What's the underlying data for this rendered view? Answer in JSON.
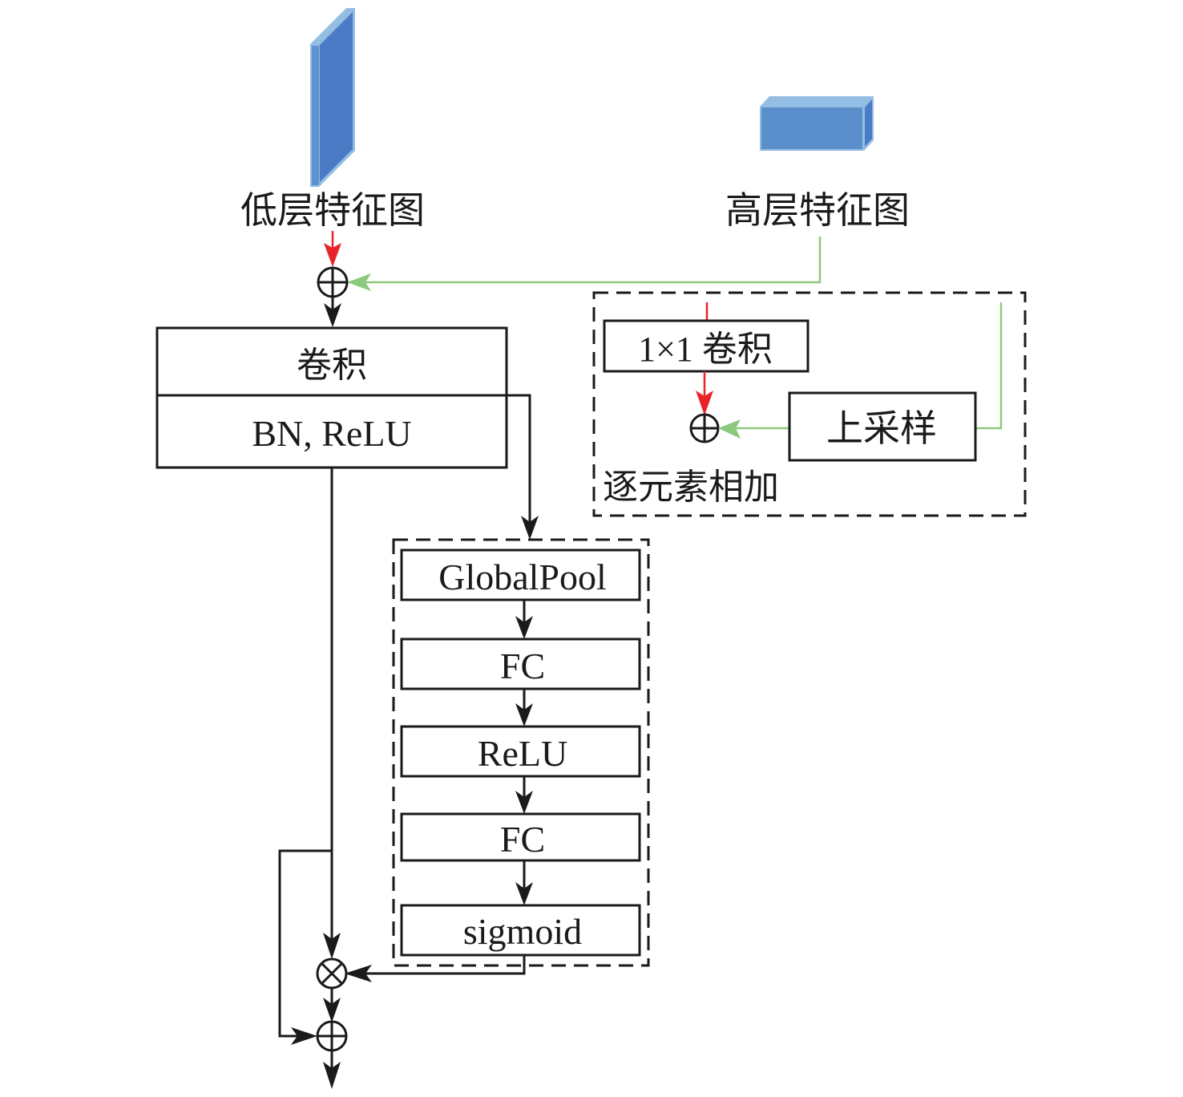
{
  "title": "Feature fusion with channel attention module",
  "colors": {
    "low_level_arrow": "#e8242a",
    "high_level_arrow": "#8cc97c",
    "feature_map_fill": "#4a7bc4",
    "feature_map_edge": "#94bde3",
    "high_map_fill": "#5b8fcb",
    "line": "#1a1a1a"
  },
  "inputs": {
    "low_level_label": "低层特征图",
    "high_level_label": "高层特征图"
  },
  "main_block": {
    "conv_label": "卷积",
    "bn_relu_label": "BN, ReLU"
  },
  "attention_block": {
    "steps": [
      "GlobalPool",
      "FC",
      "ReLU",
      "FC",
      "sigmoid"
    ]
  },
  "legend_block": {
    "conv1x1_label": "1×1 卷积",
    "upsample_label": "上采样",
    "caption": "逐元素相加"
  },
  "operators": {
    "add_symbol": "⊕",
    "multiply_symbol": "⊗"
  }
}
